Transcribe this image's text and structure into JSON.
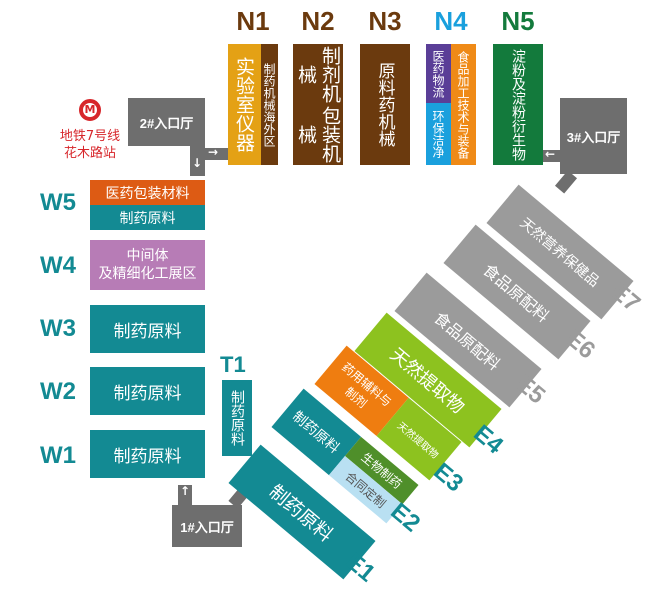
{
  "halls": {
    "N": [
      {
        "code": "N1",
        "zones": [
          "实验室仪器",
          "制药机械海外区"
        ]
      },
      {
        "code": "N2",
        "zones": [
          "包装机械",
          "制剂机械"
        ]
      },
      {
        "code": "N3",
        "zones": [
          "原料药机械"
        ]
      },
      {
        "code": "N4",
        "zones": [
          "医药物流",
          "环保洁净",
          "食品加工技术与装备"
        ]
      },
      {
        "code": "N5",
        "zones": [
          "淀粉及淀粉衍生物"
        ]
      }
    ],
    "W": [
      {
        "code": "W5",
        "zones": [
          "医药包装材料",
          "制药原料"
        ]
      },
      {
        "code": "W4",
        "zones": [
          "中间体\n及精细化工展区"
        ]
      },
      {
        "code": "W3",
        "zones": [
          "制药原料"
        ]
      },
      {
        "code": "W2",
        "zones": [
          "制药原料"
        ]
      },
      {
        "code": "W1",
        "zones": [
          "制药原料"
        ]
      }
    ],
    "T": {
      "code": "T1",
      "zones": [
        "制药原料"
      ]
    },
    "E": [
      {
        "code": "E1",
        "zones": [
          "制药原料"
        ]
      },
      {
        "code": "E2",
        "zones": [
          "制药原料",
          "生物制药",
          "合同定制"
        ]
      },
      {
        "code": "E3",
        "zones": [
          "药用辅料与制剂",
          "天然提取物"
        ]
      },
      {
        "code": "E4",
        "zones": [
          "天然提取物"
        ]
      },
      {
        "code": "E5",
        "zones": [
          "食品原配料"
        ]
      },
      {
        "code": "E6",
        "zones": [
          "食品原配料"
        ]
      },
      {
        "code": "E7",
        "zones": [
          "天然营养保健品"
        ]
      }
    ]
  },
  "entrances": {
    "e1": "1#入口厅",
    "e2": "2#入口厅",
    "e3": "3#入口厅"
  },
  "metro": {
    "line1": "地铁7号线",
    "line2": "花木路站"
  },
  "colors": {
    "teal": "#138a93",
    "brown": "#6b3a0e",
    "orange": "#e4820e",
    "purple": "#5a3e97",
    "blue": "#1aa0dd",
    "green": "#137a3c",
    "lime": "#8dc21f",
    "grey": "#9b9b9b",
    "pink": "#b77cb6"
  }
}
